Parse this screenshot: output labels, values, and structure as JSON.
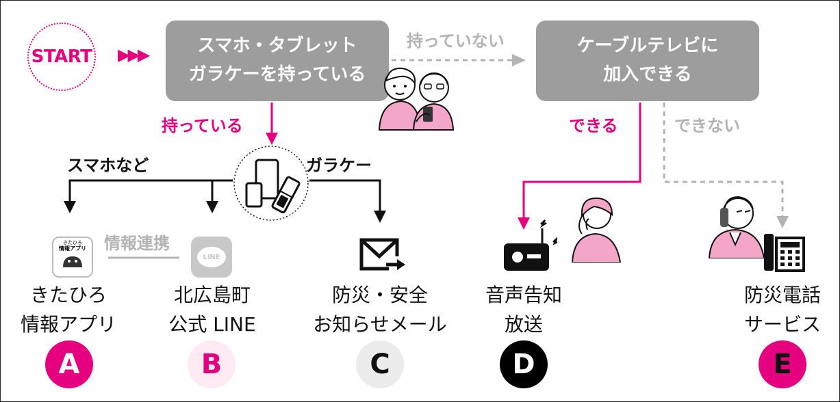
{
  "start_label": "START",
  "arrows_glyph": "▶▶▶",
  "box_phone": {
    "line1": "スマホ・タブレット",
    "line2": "ガラケーを持っている"
  },
  "box_cable": {
    "line1": "ケーブルテレビに",
    "line2": "加入できる"
  },
  "labels": {
    "not_have": "持っていない",
    "have": "持っている",
    "smartphone": "スマホなど",
    "flip_phone": "ガラケー",
    "can": "できる",
    "cannot": "できない",
    "link": "情報連携"
  },
  "app_icon_text": {
    "line1": "きたひろ",
    "line2": "情報アプリ"
  },
  "line_icon_text": "LINE",
  "items": [
    {
      "line1": "きたひろ",
      "line2": "情報アプリ",
      "badge": "A",
      "color": "#e4007f"
    },
    {
      "line1": "北広島町",
      "line2": "公式 LINE",
      "badge": "B",
      "color": "#fdeaf3"
    },
    {
      "line1": "防災・安全",
      "line2": "お知らせメール",
      "badge": "C",
      "color": "#ececec"
    },
    {
      "line1": "音声告知",
      "line2": "放送",
      "badge": "D",
      "color": "#000000"
    },
    {
      "line1": "防災電話",
      "line2": "サービス",
      "badge": "E",
      "color": "#e4007f"
    }
  ],
  "colors": {
    "accent": "#e4007f",
    "box_gray": "#9d9d9d",
    "muted": "#b3b3b3",
    "skin_pink": "#f4a6c8"
  }
}
